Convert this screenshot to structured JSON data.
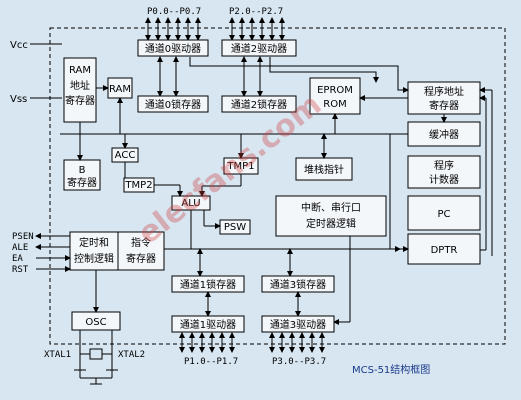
{
  "ports_top": {
    "p0": "P0.0--P0.7",
    "p2": "P2.0--P2.7"
  },
  "ports_bottom": {
    "p1": "P1.0--P1.7",
    "p3": "P3.0--P3.7"
  },
  "pins_left": {
    "vcc": "Vcc",
    "vss": "Vss",
    "psen": "PSEN",
    "ale": "ALE",
    "ea": "EA",
    "rst": "RST",
    "xtal1": "XTAL1",
    "xtal2": "XTAL2"
  },
  "blocks": {
    "ch0_driver_top": "通道0驱动器",
    "ch2_driver_top": "通道2驱动器",
    "ch0_latch": "通道0锁存器",
    "ch2_latch": "通道2锁存器",
    "ram_addr": [
      "RAM",
      "地址",
      "寄存器"
    ],
    "ram": "RAM",
    "eprom_rom": [
      "EPROM",
      "ROM"
    ],
    "pc_addr_reg": [
      "程序地址",
      "寄存器"
    ],
    "buffer": "缓冲器",
    "program_counter": [
      "程序",
      "计数器"
    ],
    "pc": "PC",
    "dptr": "DPTR",
    "b_reg": [
      "B",
      "寄存器"
    ],
    "acc": "ACC",
    "tmp2": "TMP2",
    "tmp1": "TMP1",
    "stack_ptr": "堆栈指针",
    "alu": "ALU",
    "psw": "PSW",
    "interrupt": [
      "中断、串行口",
      "定时器逻辑"
    ],
    "timing_ctrl": [
      "定时和",
      "控制逻辑"
    ],
    "ir": [
      "指令",
      "寄存器"
    ],
    "ch1_latch": "通道1锁存器",
    "ch3_latch": "通道3锁存器",
    "ch1_driver": "通道1驱动器",
    "ch3_driver": "通道3驱动器",
    "osc": "OSC"
  },
  "caption": "MCS-51结构框图",
  "watermark": "elecfans.com",
  "colors": {
    "background": "#d7e6f1",
    "caption": "#1a3a8a",
    "watermark": "#d04040"
  }
}
